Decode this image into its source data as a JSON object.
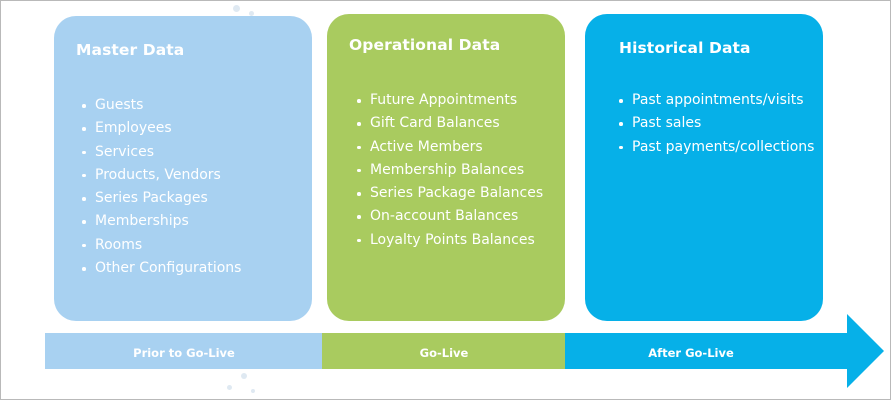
{
  "columns": [
    {
      "title": "Master Data",
      "color": "#a8d1f1",
      "items": [
        "Guests",
        "Employees",
        "Services",
        "Products, Vendors",
        "Series Packages",
        "Memberships",
        "Rooms",
        "Other Configurations"
      ]
    },
    {
      "title": "Operational Data",
      "color": "#a9cb5f",
      "items": [
        "Future Appointments",
        "Gift Card Balances",
        "Active Members",
        "Membership Balances",
        "Series Package Balances",
        "On-account Balances",
        "Loyalty Points Balances"
      ]
    },
    {
      "title": "Historical Data",
      "color": "#06b0e8",
      "items": [
        "Past appointments/visits",
        "Past sales",
        "Past payments/collections"
      ]
    }
  ],
  "timeline": {
    "phases": [
      {
        "label": "Prior to Go-Live",
        "color": "#a8d1f1"
      },
      {
        "label": "Go-Live",
        "color": "#a9cb5f"
      },
      {
        "label": "After Go-Live",
        "color": "#06b0e8"
      }
    ]
  }
}
